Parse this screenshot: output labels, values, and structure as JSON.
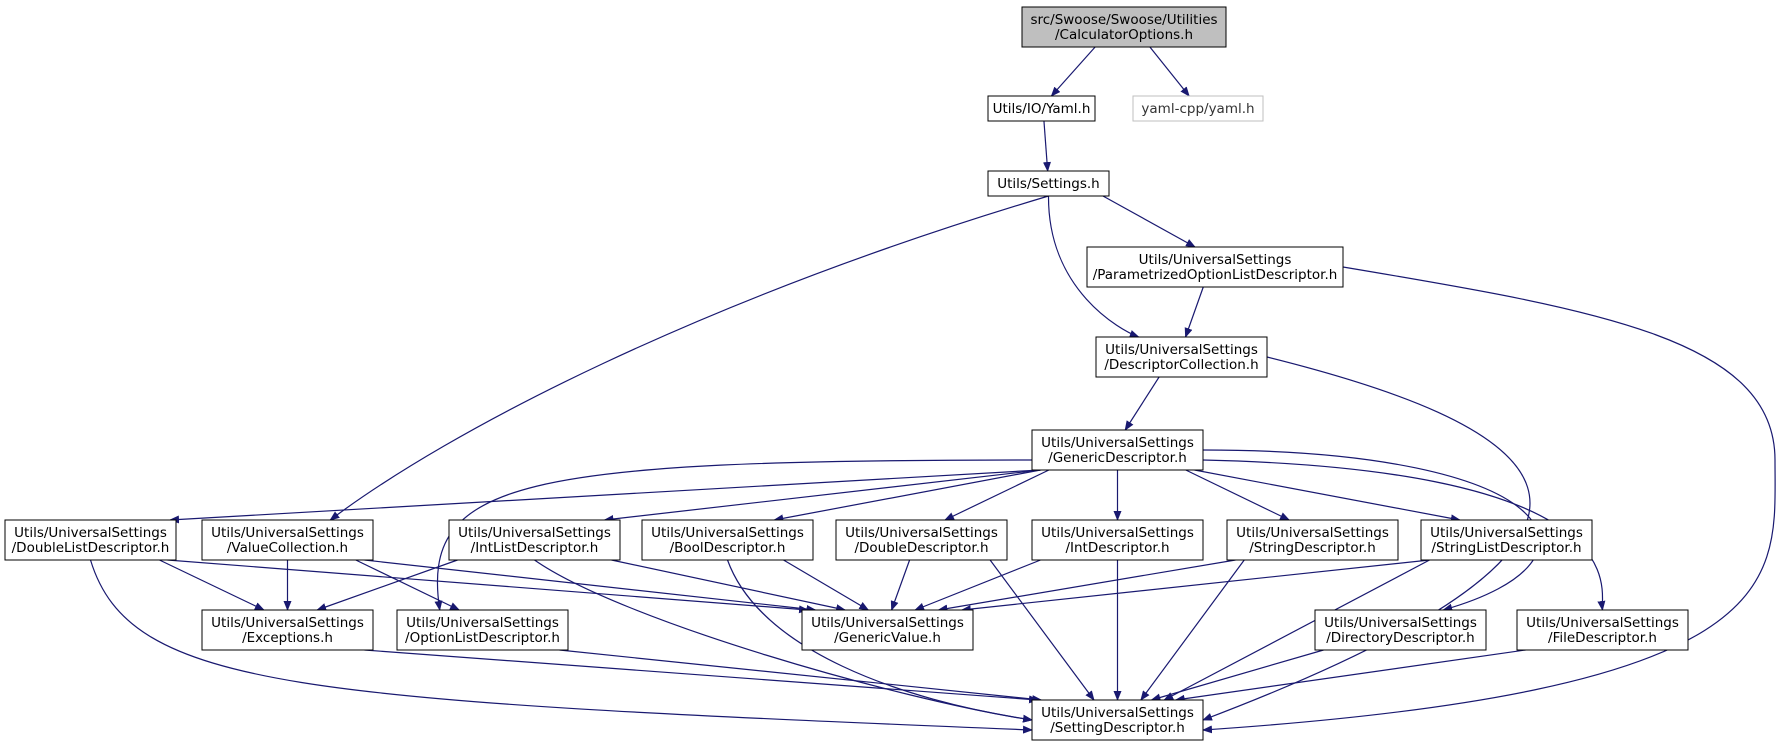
{
  "colors": {
    "edge": "#191970",
    "node_border": "#000000",
    "root_fill": "#bfbfbf",
    "node_fill": "#ffffff",
    "external_border": "#bfbfbf"
  },
  "nodes": [
    {
      "id": "calc",
      "lines": [
        "src/Swoose/Swoose/Utilities",
        "/CalculatorOptions.h"
      ],
      "style": "root"
    },
    {
      "id": "yaml_io",
      "lines": [
        "Utils/IO/Yaml.h"
      ],
      "style": "normal"
    },
    {
      "id": "yaml_cpp",
      "lines": [
        "yaml-cpp/yaml.h"
      ],
      "style": "external"
    },
    {
      "id": "settings",
      "lines": [
        "Utils/Settings.h"
      ],
      "style": "normal"
    },
    {
      "id": "param",
      "lines": [
        "Utils/UniversalSettings",
        "/ParametrizedOptionListDescriptor.h"
      ],
      "style": "normal"
    },
    {
      "id": "desccoll",
      "lines": [
        "Utils/UniversalSettings",
        "/DescriptorCollection.h"
      ],
      "style": "normal"
    },
    {
      "id": "generic",
      "lines": [
        "Utils/UniversalSettings",
        "/GenericDescriptor.h"
      ],
      "style": "normal"
    },
    {
      "id": "doublelist",
      "lines": [
        "Utils/UniversalSettings",
        "/DoubleListDescriptor.h"
      ],
      "style": "normal"
    },
    {
      "id": "valuecoll",
      "lines": [
        "Utils/UniversalSettings",
        "/ValueCollection.h"
      ],
      "style": "normal"
    },
    {
      "id": "intlist",
      "lines": [
        "Utils/UniversalSettings",
        "/IntListDescriptor.h"
      ],
      "style": "normal"
    },
    {
      "id": "bool",
      "lines": [
        "Utils/UniversalSettings",
        "/BoolDescriptor.h"
      ],
      "style": "normal"
    },
    {
      "id": "double",
      "lines": [
        "Utils/UniversalSettings",
        "/DoubleDescriptor.h"
      ],
      "style": "normal"
    },
    {
      "id": "int",
      "lines": [
        "Utils/UniversalSettings",
        "/IntDescriptor.h"
      ],
      "style": "normal"
    },
    {
      "id": "string",
      "lines": [
        "Utils/UniversalSettings",
        "/StringDescriptor.h"
      ],
      "style": "normal"
    },
    {
      "id": "stringlist",
      "lines": [
        "Utils/UniversalSettings",
        "/StringListDescriptor.h"
      ],
      "style": "normal"
    },
    {
      "id": "exceptions",
      "lines": [
        "Utils/UniversalSettings",
        "/Exceptions.h"
      ],
      "style": "normal"
    },
    {
      "id": "optionlist",
      "lines": [
        "Utils/UniversalSettings",
        "/OptionListDescriptor.h"
      ],
      "style": "normal"
    },
    {
      "id": "genericvalue",
      "lines": [
        "Utils/UniversalSettings",
        "/GenericValue.h"
      ],
      "style": "normal"
    },
    {
      "id": "directory",
      "lines": [
        "Utils/UniversalSettings",
        "/DirectoryDescriptor.h"
      ],
      "style": "normal"
    },
    {
      "id": "file",
      "lines": [
        "Utils/UniversalSettings",
        "/FileDescriptor.h"
      ],
      "style": "normal"
    },
    {
      "id": "setting",
      "lines": [
        "Utils/UniversalSettings",
        "/SettingDescriptor.h"
      ],
      "style": "normal"
    }
  ],
  "edges": [
    {
      "from": "calc",
      "to": "yaml_io"
    },
    {
      "from": "calc",
      "to": "yaml_cpp"
    },
    {
      "from": "yaml_io",
      "to": "settings"
    },
    {
      "from": "settings",
      "to": "param"
    },
    {
      "from": "settings",
      "to": "desccoll"
    },
    {
      "from": "settings",
      "to": "valuecoll"
    },
    {
      "from": "param",
      "to": "desccoll"
    },
    {
      "from": "param",
      "to": "setting"
    },
    {
      "from": "desccoll",
      "to": "generic"
    },
    {
      "from": "desccoll",
      "to": "setting"
    },
    {
      "from": "generic",
      "to": "doublelist"
    },
    {
      "from": "generic",
      "to": "intlist"
    },
    {
      "from": "generic",
      "to": "bool"
    },
    {
      "from": "generic",
      "to": "double"
    },
    {
      "from": "generic",
      "to": "int"
    },
    {
      "from": "generic",
      "to": "string"
    },
    {
      "from": "generic",
      "to": "stringlist"
    },
    {
      "from": "generic",
      "to": "optionlist"
    },
    {
      "from": "generic",
      "to": "directory"
    },
    {
      "from": "generic",
      "to": "file"
    },
    {
      "from": "doublelist",
      "to": "exceptions"
    },
    {
      "from": "doublelist",
      "to": "genericvalue"
    },
    {
      "from": "doublelist",
      "to": "setting"
    },
    {
      "from": "valuecoll",
      "to": "exceptions"
    },
    {
      "from": "valuecoll",
      "to": "optionlist"
    },
    {
      "from": "valuecoll",
      "to": "genericvalue"
    },
    {
      "from": "intlist",
      "to": "exceptions"
    },
    {
      "from": "intlist",
      "to": "genericvalue"
    },
    {
      "from": "intlist",
      "to": "setting"
    },
    {
      "from": "bool",
      "to": "genericvalue"
    },
    {
      "from": "bool",
      "to": "setting"
    },
    {
      "from": "double",
      "to": "genericvalue"
    },
    {
      "from": "double",
      "to": "setting"
    },
    {
      "from": "int",
      "to": "genericvalue"
    },
    {
      "from": "int",
      "to": "setting"
    },
    {
      "from": "string",
      "to": "genericvalue"
    },
    {
      "from": "string",
      "to": "setting"
    },
    {
      "from": "stringlist",
      "to": "genericvalue"
    },
    {
      "from": "stringlist",
      "to": "setting"
    },
    {
      "from": "exceptions",
      "to": "setting"
    },
    {
      "from": "optionlist",
      "to": "setting"
    },
    {
      "from": "directory",
      "to": "setting"
    },
    {
      "from": "file",
      "to": "setting"
    }
  ]
}
